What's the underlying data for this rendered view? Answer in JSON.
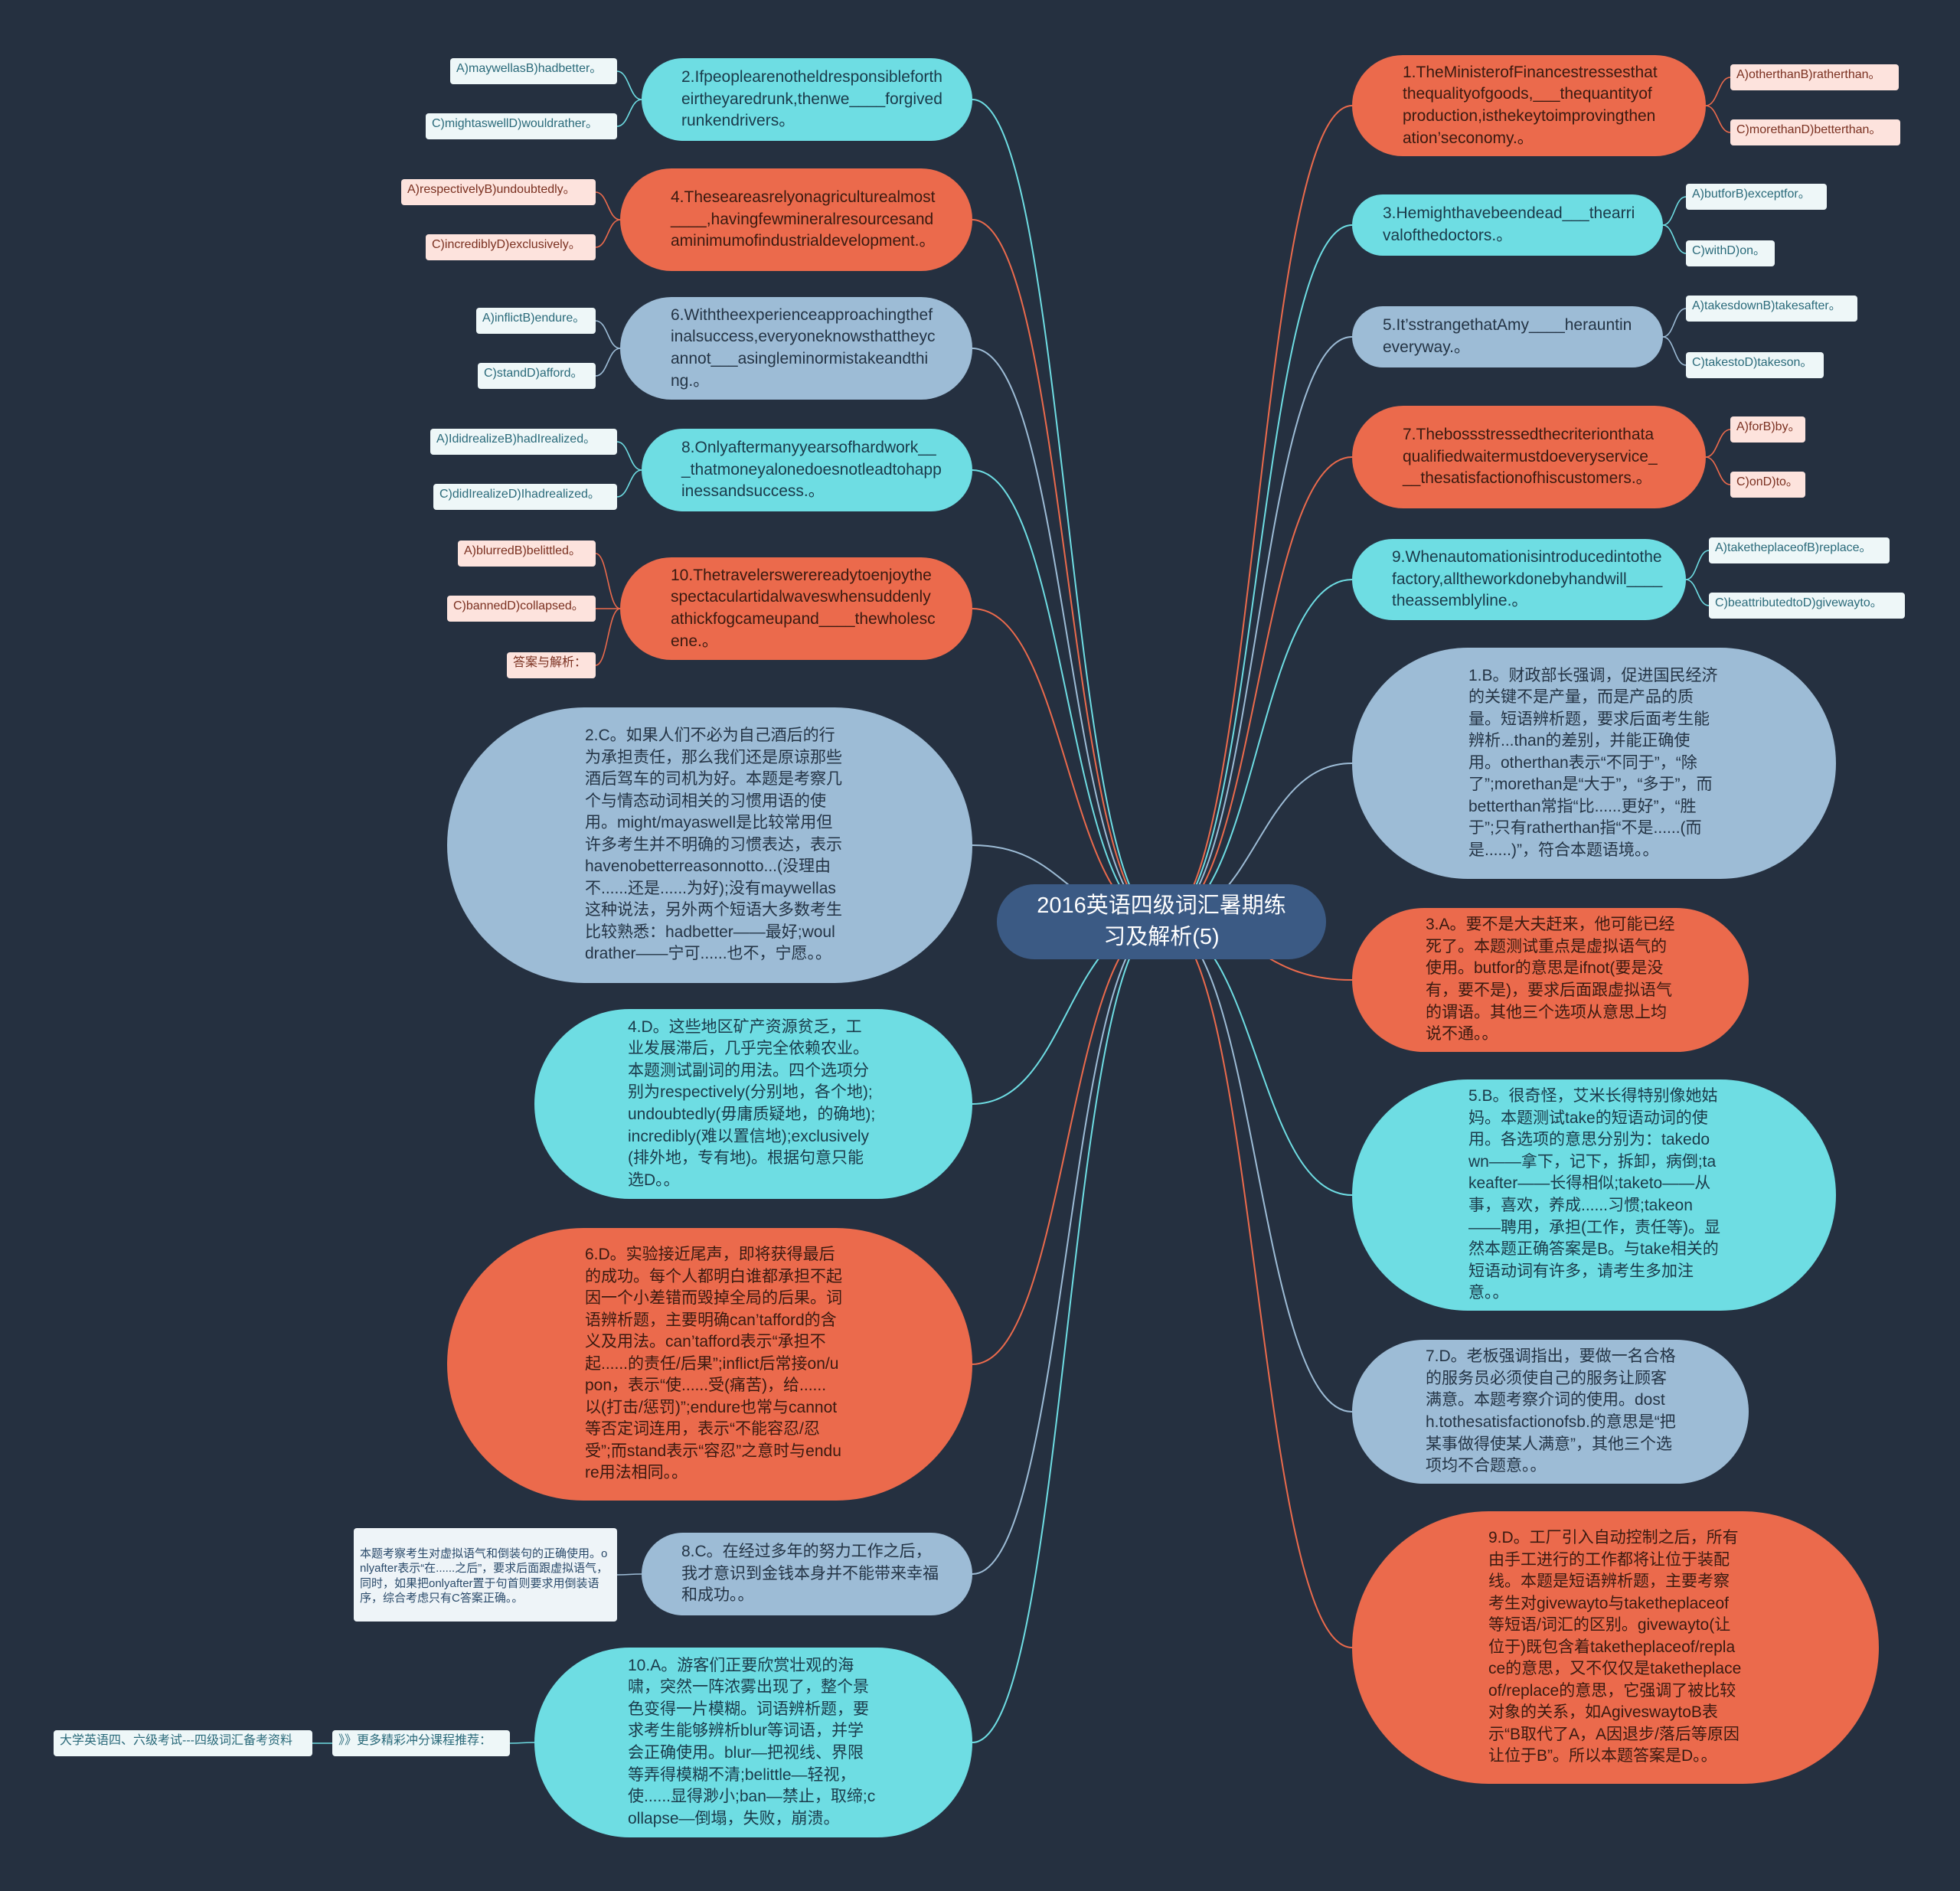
{
  "title": "2016英语四级词汇暑期练习及解析(5)",
  "left_topics": [
    {
      "id": "q2",
      "text": "2.Ifpeoplearenotheldresponsiblefortheirtheyaredrunk,thenwe____forgivedrunkendrivers。",
      "options": [
        "A)maywellasB)hadbetter。",
        "C)mightaswellD)wouldrather。"
      ]
    },
    {
      "id": "q4",
      "text": "4.Theseareasrelyonagriculturealmost____,havingfewmineralresourcesandaminimumofindustrialdevelopment.。",
      "options": [
        "A)respectivelyB)undoubtedly。",
        "C)incrediblyD)exclusively。"
      ]
    },
    {
      "id": "q6",
      "text": "6.Withtheexperienceapproachingthefinalsuccess,everyoneknowsthattheycannot___asingleminormistakeandthing.。",
      "options": [
        "A)inflictB)endure。",
        "C)standD)afford。"
      ]
    },
    {
      "id": "q8",
      "text": "8.Onlyaftermanyyearsofhardwork___thatmoneyalonedoesnotleadtohappinessandsuccess.。",
      "options": [
        "A)IdidrealizeB)hadIrealized。",
        "C)didIrealizeD)Ihadrealized。"
      ]
    },
    {
      "id": "q10",
      "text": "10.Thetravelerswerereadytoenjoythespectaculartidalwaveswhensuddenlyathickfogcameupand____thewholescene.。",
      "options": [
        "A)blurredB)belittled。",
        "C)bannedD)collapsed。",
        "答案与解析："
      ]
    },
    {
      "id": "a2",
      "text": "2.C。如果人们不必为自己酒后的行为承担责任，那么我们还是原谅那些酒后驾车的司机为好。本题是考察几个与情态动词相关的习惯用语的使用。might/mayaswell是比较常用但许多考生并不明确的习惯表达，表示havenobetterreasonnotto...(没理由不......还是......为好);没有maywellas这种说法，另外两个短语大多数考生比较熟悉：hadbetter——最好;wouldrather——宁可......也不，宁愿。。",
      "options": []
    },
    {
      "id": "a4",
      "text": "4.D。这些地区矿产资源贫乏，工业发展滞后，几乎完全依赖农业。本题测试副词的用法。四个选项分别为respectively(分别地，各个地);undoubtedly(毋庸质疑地，的确地);incredibly(难以置信地);exclusively(排外地，专有地)。根据句意只能选D。。",
      "options": []
    },
    {
      "id": "a6",
      "text": "6.D。实验接近尾声，即将获得最后的成功。每个人都明白谁都承担不起因一个小差错而毁掉全局的后果。词语辨析题，主要明确can’tafford的含义及用法。can’tafford表示“承担不起......的责任/后果”;inflict后常接on/upon，表示“使......受(痛苦)，给......以(打击/惩罚)”;endure也常与cannot等否定词连用，表示“不能容忍/忍受”;而stand表示“容忍”之意时与endure用法相同。。",
      "options": []
    },
    {
      "id": "a8",
      "text": "8.C。在经过多年的努力工作之后，我才意识到金钱本身并不能带来幸福和成功。。",
      "options": [
        "本题考察考生对虚拟语气和倒装句的正确使用。onlyafter表示“在......之后”，要求后面跟虚拟语气，同时，如果把onlyafter置于句首则要求用倒装语序，综合考虑只有C答案正确。。"
      ]
    },
    {
      "id": "a10",
      "text": "10.A。游客们正要欣赏壮观的海啸，突然一阵浓雾出现了，整个景色变得一片模糊。词语辨析题，要求考生能够辨析blur等词语，并学会正确使用。blur—把视线、界限等弄得模糊不清;belittle—轻视，使......显得渺小;ban—禁止，取缔;collapse—倒塌，失败，崩溃。",
      "options": [
        "》》更多精彩冲分课程推荐：",
        "大学英语四、六级考试---四级词汇备考资料"
      ]
    }
  ],
  "right_topics": [
    {
      "id": "q1",
      "text": "1.TheMinisterofFinancestressesthatthequalityofgoods,___thequantityofproduction,isthekeytoimprovingthenation’seconomy.。",
      "options": [
        "A)otherthanB)ratherthan。",
        "C)morethanD)betterthan。"
      ]
    },
    {
      "id": "q3",
      "text": "3.Hemighthavebeendead___thearrivalofthedoctors.。",
      "options": [
        "A)butforB)exceptfor。",
        "C)withD)on。"
      ]
    },
    {
      "id": "q5",
      "text": "5.It’sstrangethatAmy____herauntineveryway.。",
      "options": [
        "A)takesdownB)takesafter。",
        "C)takestoD)takeson。"
      ]
    },
    {
      "id": "q7",
      "text": "7.Thebossstressedthecriterionthataqualifiedwaitermustdoeveryservice___thesatisfactionofhiscustomers.。",
      "options": [
        "A)forB)by。",
        "C)onD)to。"
      ]
    },
    {
      "id": "q9",
      "text": "9.Whenautomationisintroducedintothefactory,alltheworkdonebyhandwill____theassemblyline.。",
      "options": [
        "A)taketheplaceofB)replace。",
        "C)beattributedtoD)givewayto。"
      ]
    },
    {
      "id": "a1",
      "text": "1.B。财政部长强调，促进国民经济的关键不是产量，而是产品的质量。短语辨析题，要求后面考生能辨析...than的差别，并能正确使用。otherthan表示“不同于”，“除了”;morethan是“大于”，“多于”，而betterthan常指“比......更好”，“胜于”;只有ratherthan指“不是......(而是......)”，符合本题语境。。",
      "options": []
    },
    {
      "id": "a3",
      "text": "3.A。要不是大夫赶来，他可能已经死了。本题测试重点是虚拟语气的使用。butfor的意思是ifnot(要是没有，要不是)，要求后面跟虚拟语气的谓语。其他三个选项从意思上均说不通。。",
      "options": []
    },
    {
      "id": "a5",
      "text": "5.B。很奇怪，艾米长得特别像她姑妈。本题测试take的短语动词的使用。各选项的意思分别为：takedown——拿下，记下，拆卸，病倒;takeafter——长得相似;taketo——从事，喜欢，养成......习惯;takeon——聘用，承担(工作，责任等)。显然本题正确答案是B。与take相关的短语动词有许多，请考生多加注意。。",
      "options": []
    },
    {
      "id": "a7",
      "text": "7.D。老板强调指出，要做一名合格的服务员必须使自己的服务让顾客满意。本题考察介词的使用。dosth.tothesatisfactionofsb.的意思是“把某事做得使某人满意”，其他三个选项均不合题意。。",
      "options": []
    },
    {
      "id": "a9",
      "text": "9.D。工厂引入自动控制之后，所有由手工进行的工作都将让位于装配线。本题是短语辨析题，主要考察考生对givewayto与taketheplaceof等短语/词汇的区别。givewayto(让位于)既包含着taketheplaceof/replace的意思，又不仅仅是taketheplaceof/replace的意思，它强调了被比较对象的关系，如AgiveswaytoB表示“B取代了A，A因退步/落后等原因让位于B”。所以本题答案是D。。",
      "options": []
    }
  ],
  "colors": {
    "cyan": "#6edde3",
    "orange": "#eb6a4c",
    "blue": "#9dbcd6",
    "root": "#3b5a84",
    "background": "#253040"
  }
}
